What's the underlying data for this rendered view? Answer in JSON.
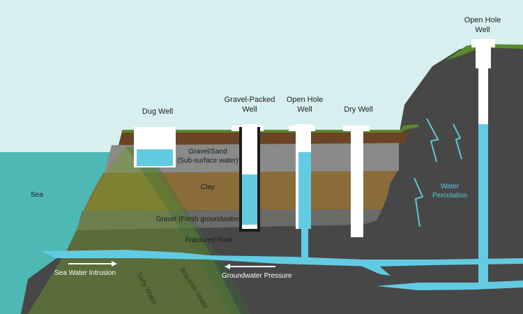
{
  "labels": {
    "dug_well": "Dug Well",
    "gravel_packed_well_1": "Gravel-Packed",
    "gravel_packed_well_2": "Well",
    "open_hole_well_center_1": "Open Hole",
    "open_hole_well_center_2": "Well",
    "dry_well": "Dry Well",
    "open_hole_well_right_1": "Open Hole",
    "open_hole_well_right_2": "Well",
    "sea": "Sea",
    "gravel_sand_1": "Gravel/Sand",
    "gravel_sand_2": "(Sub-surface water)",
    "clay": "Clay",
    "gravel_fresh": "Gravel (Fresh groundwater)",
    "fractured_rock": "Fractured Rock",
    "sea_water_intrusion": "Sea Water Intrusion",
    "groundwater_pressure": "Groundwater Pressure",
    "salty_water": "Salty Water",
    "brackish_water": "Brackish Water",
    "water_percolation_1": "Water",
    "water_percolation_2": "Percolation"
  },
  "colors": {
    "sky": "#d8eff0",
    "sea": "#4db8b4",
    "rock": "#474747",
    "gravel_sand": "#8a8a88",
    "clay": "#8b6d3a",
    "gravel_fresh": "#6b6b68",
    "topsoil": "#6a4424",
    "grass": "#5a8a2a",
    "water": "#62cbe2",
    "salt_zone": "#6f9a2a",
    "well_casing": "#ffffff",
    "arrow_white": "#ffffff",
    "arrow_blue": "#5cc8de"
  }
}
